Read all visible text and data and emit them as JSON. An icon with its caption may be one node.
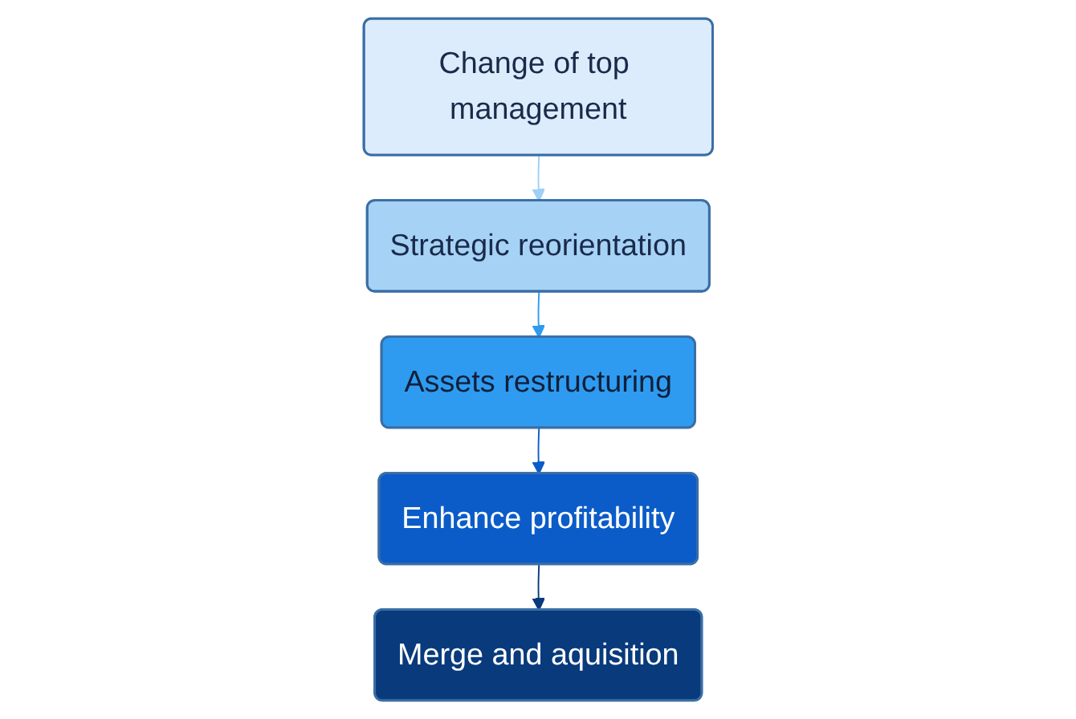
{
  "diagram": {
    "nodes": [
      {
        "text": [
          "Change of top management"
        ]
      },
      {
        "text": [
          "Strategic reorientation"
        ]
      },
      {
        "text": [
          "Assets restructuring"
        ]
      },
      {
        "text": [
          "Enhance profitability"
        ]
      },
      {
        "text": [
          "Merge and aquisition"
        ]
      }
    ],
    "edges": [
      {
        "from": 0,
        "to": 1,
        "arrow": "to",
        "color": "#9fd0f5"
      },
      {
        "from": 1,
        "to": 2,
        "arrow": "to",
        "color": "#2e9bf0"
      },
      {
        "from": 2,
        "to": 3,
        "arrow": "to",
        "color": "#0b5cc8"
      },
      {
        "from": 3,
        "to": 4,
        "arrow": "to",
        "color": "#083a7c"
      }
    ]
  }
}
